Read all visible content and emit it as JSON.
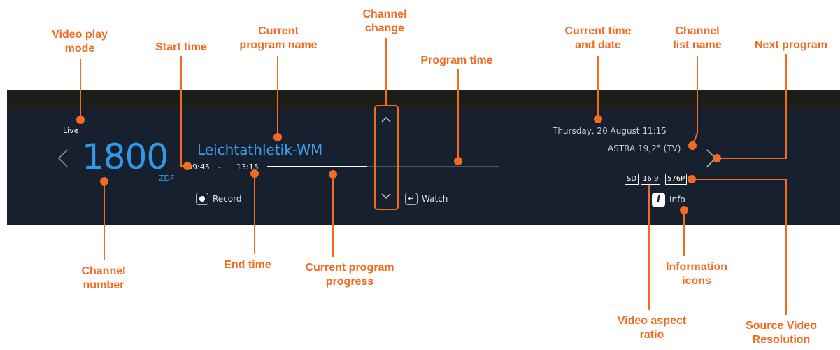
{
  "osd": {
    "play_mode": "Live",
    "channel_number": "1800",
    "channel_short": "ZDF",
    "program_name": "Leichtathletik-WM",
    "start_time": "09:45",
    "time_separator": "-",
    "end_time": "13:15",
    "progress_fraction": 0.43,
    "record_label": "Record",
    "watch_label": "Watch",
    "datetime": "Thursday, 20 August 11:15",
    "channel_list": "ASTRA 19,2° (TV)",
    "badge_sd": "SD",
    "badge_aspect": "16:9",
    "badge_res": "576P",
    "info_icon": "i",
    "info_label": "Info"
  },
  "callouts": {
    "video_play_mode": [
      "Video play",
      "mode"
    ],
    "start_time": [
      "Start time"
    ],
    "current_program_name": [
      "Current",
      "program name"
    ],
    "channel_change": [
      "Channel",
      "change"
    ],
    "program_time": [
      "Program time"
    ],
    "current_time_date": [
      "Current time",
      "and date"
    ],
    "channel_list_name": [
      "Channel",
      "list name"
    ],
    "next_program": [
      "Next program"
    ],
    "channel_number": [
      "Channel",
      "number"
    ],
    "end_time": [
      "End time"
    ],
    "current_program_progress": [
      "Current program",
      "progress"
    ],
    "information_icons": [
      "Information",
      "icons"
    ],
    "video_aspect_ratio": [
      "Video aspect",
      "ratio"
    ],
    "source_video_resolution": [
      "Source Video",
      "Resolution"
    ]
  },
  "colors": {
    "annotation": "#f26b21",
    "panel": "#16202e",
    "panel_top": "#1e1e18",
    "accent": "#2f9be8"
  }
}
